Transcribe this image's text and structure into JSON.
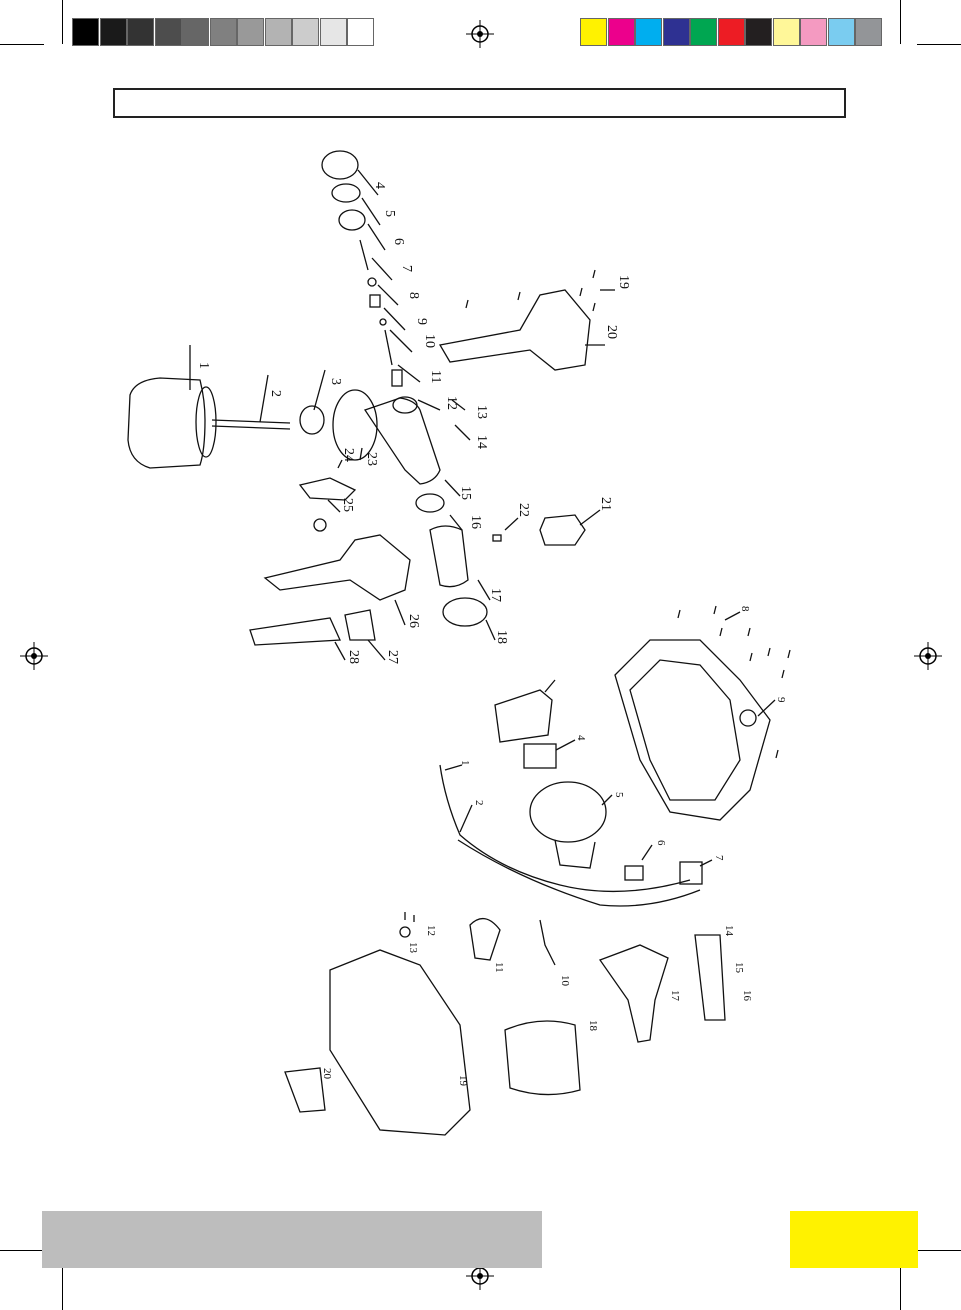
{
  "colors": {
    "grey_bars": [
      "#000000",
      "#1a1a1a",
      "#333333",
      "#4d4d4d",
      "#666666",
      "#808080",
      "#999999",
      "#b3b3b3",
      "#cccccc",
      "#e6e6e6",
      "#ffffff"
    ],
    "color_bars": [
      "#fff200",
      "#ec008c",
      "#00aeef",
      "#2e3192",
      "#00a651",
      "#ed1c24",
      "#231f20",
      "#fff799",
      "#f49ac1",
      "#7accf0",
      "#939598"
    ],
    "footer_grey": "#bdbdbd",
    "footer_yellow": "#fff200"
  },
  "registration_mark_icon": "crosshair-circle-icon",
  "diagram_top": {
    "labels": [
      "1",
      "2",
      "3",
      "4",
      "5",
      "6",
      "7",
      "8",
      "9",
      "10",
      "11",
      "12",
      "13",
      "14",
      "15",
      "16",
      "17",
      "18",
      "19",
      "20",
      "21",
      "22",
      "23",
      "24",
      "25",
      "26",
      "27",
      "28"
    ]
  },
  "diagram_bottom": {
    "labels": [
      "1",
      "2",
      "4",
      "5",
      "6",
      "7",
      "8",
      "9",
      "10",
      "11",
      "12",
      "13",
      "14",
      "15",
      "16",
      "17",
      "18",
      "19",
      "20"
    ]
  }
}
